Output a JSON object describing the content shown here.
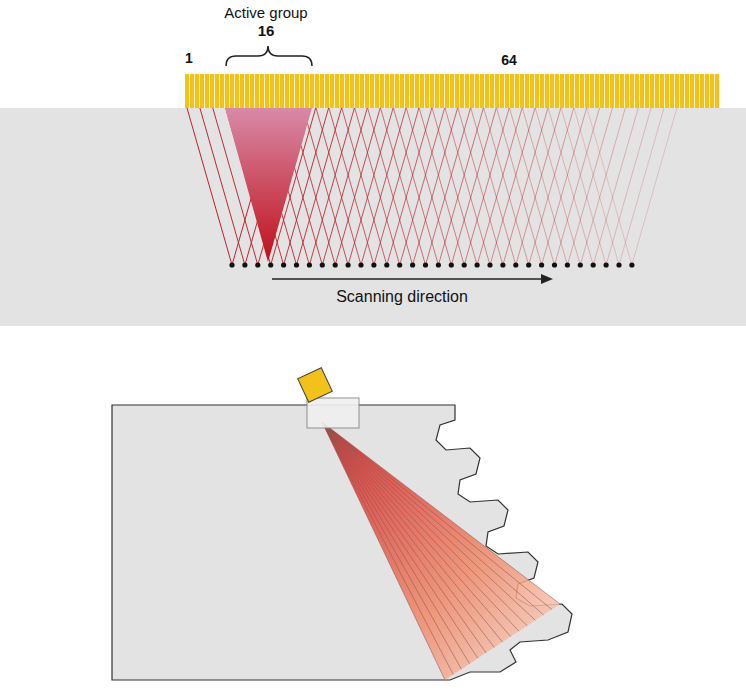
{
  "diagram": {
    "labels": [
      "Active group",
      "16",
      "1",
      "64",
      "Scanning direction"
    ]
  }
}
